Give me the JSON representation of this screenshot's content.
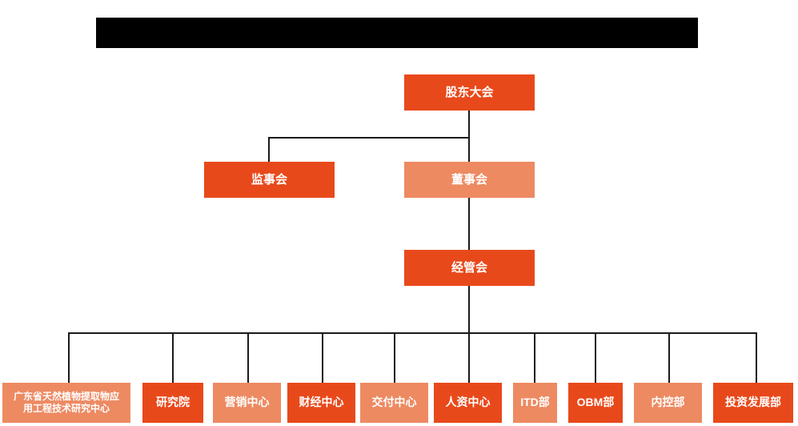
{
  "chart_data": {
    "type": "diagram",
    "title": "",
    "subtype": "organizational-chart",
    "orientation": "top-down",
    "colors": {
      "primary": "#E8491B",
      "secondary": "#ED8A62",
      "connector": "#1a1a1a",
      "background": "#ffffff",
      "redaction": "#000000",
      "text": "#ffffff"
    },
    "nodes": [
      {
        "id": "shareholders",
        "label": "股东大会",
        "level": 0,
        "style": "primary"
      },
      {
        "id": "supervisors",
        "label": "监事会",
        "level": 1,
        "style": "primary"
      },
      {
        "id": "directors",
        "label": "董事会",
        "level": 1,
        "style": "secondary"
      },
      {
        "id": "management",
        "label": "经管会",
        "level": 2,
        "style": "primary"
      },
      {
        "id": "rd-center",
        "label": "广东省天然植物提取物应\n用工程技术研究中心",
        "level": 3,
        "style": "secondary"
      },
      {
        "id": "research-institute",
        "label": "研究院",
        "level": 3,
        "style": "primary"
      },
      {
        "id": "marketing-center",
        "label": "营销中心",
        "level": 3,
        "style": "secondary"
      },
      {
        "id": "finance-center",
        "label": "财经中心",
        "level": 3,
        "style": "primary"
      },
      {
        "id": "delivery-center",
        "label": "交付中心",
        "level": 3,
        "style": "secondary"
      },
      {
        "id": "hr-center",
        "label": "人资中心",
        "level": 3,
        "style": "primary"
      },
      {
        "id": "itd-dept",
        "label": "ITD部",
        "level": 3,
        "style": "secondary"
      },
      {
        "id": "obm-dept",
        "label": "OBM部",
        "level": 3,
        "style": "primary"
      },
      {
        "id": "internal-control-dept",
        "label": "内控部",
        "level": 3,
        "style": "secondary"
      },
      {
        "id": "investment-dev-dept",
        "label": "投资发展部",
        "level": 3,
        "style": "primary"
      }
    ],
    "edges": [
      {
        "from": "shareholders",
        "to": "supervisors"
      },
      {
        "from": "shareholders",
        "to": "directors"
      },
      {
        "from": "directors",
        "to": "management"
      },
      {
        "from": "management",
        "to": "rd-center"
      },
      {
        "from": "management",
        "to": "research-institute"
      },
      {
        "from": "management",
        "to": "marketing-center"
      },
      {
        "from": "management",
        "to": "finance-center"
      },
      {
        "from": "management",
        "to": "delivery-center"
      },
      {
        "from": "management",
        "to": "hr-center"
      },
      {
        "from": "management",
        "to": "itd-dept"
      },
      {
        "from": "management",
        "to": "obm-dept"
      },
      {
        "from": "management",
        "to": "internal-control-dept"
      },
      {
        "from": "management",
        "to": "investment-dev-dept"
      }
    ]
  },
  "header": {
    "redacted_title": ""
  },
  "boxes": {
    "shareholders": "股东大会",
    "supervisors": "监事会",
    "directors": "董事会",
    "management": "经管会",
    "rd_center": "广东省天然植物提取物应\n用工程技术研究中心",
    "research_institute": "研究院",
    "marketing_center": "营销中心",
    "finance_center": "财经中心",
    "delivery_center": "交付中心",
    "hr_center": "人资中心",
    "itd_dept": "ITD部",
    "obm_dept": "OBM部",
    "internal_control_dept": "内控部",
    "investment_dev_dept": "投资发展部"
  }
}
